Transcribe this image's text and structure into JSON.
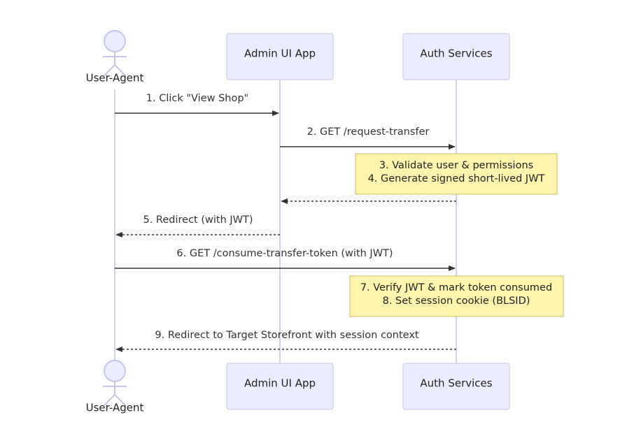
{
  "participants": {
    "user_agent": {
      "label": "User-Agent"
    },
    "admin_ui": {
      "label": "Admin UI App"
    },
    "auth": {
      "label": "Auth Services"
    }
  },
  "messages": [
    {
      "text": "1. Click \"View Shop\"",
      "style": "solid"
    },
    {
      "text": "2. GET /request-transfer",
      "style": "solid"
    },
    {
      "text": "",
      "style": "dashed"
    },
    {
      "text": "5. Redirect (with JWT)",
      "style": "dashed"
    },
    {
      "text": "6. GET /consume-transfer-token (with JWT)",
      "style": "solid"
    },
    {
      "text": "9. Redirect to Target Storefront with session context",
      "style": "dashed"
    }
  ],
  "notes": [
    {
      "lines": [
        "3. Validate user & permissions",
        "4. Generate signed short-lived JWT"
      ]
    },
    {
      "lines": [
        "7. Verify JWT & mark token consumed",
        "8. Set session cookie (BLSID)"
      ]
    }
  ],
  "colors": {
    "actor_fill": "#ececff",
    "actor_stroke": "#c5c5ea",
    "note_fill": "#fff5ad",
    "note_stroke": "#c8bb62",
    "arrow": "#333333"
  }
}
